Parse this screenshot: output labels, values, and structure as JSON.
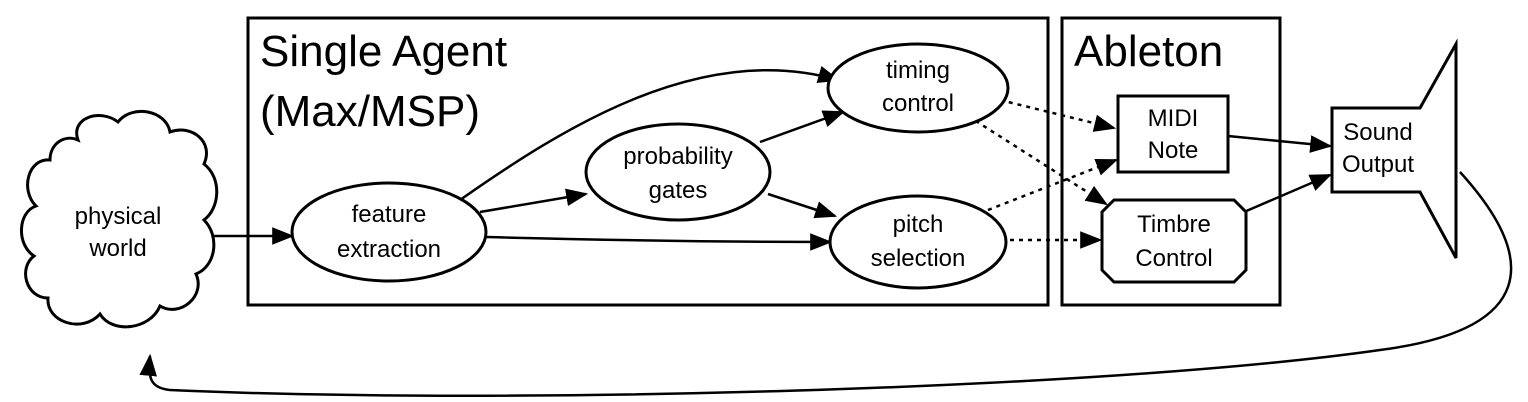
{
  "groups": {
    "single_agent": {
      "title_line1": "Single Agent",
      "title_line2": "(Max/MSP)"
    },
    "ableton": {
      "title": "Ableton"
    }
  },
  "nodes": {
    "physical_world": {
      "line1": "physical",
      "line2": "world"
    },
    "feature_extraction": {
      "line1": "feature",
      "line2": "extraction"
    },
    "probability_gates": {
      "line1": "probability",
      "line2": "gates"
    },
    "timing_control": {
      "line1": "timing",
      "line2": "control"
    },
    "pitch_selection": {
      "line1": "pitch",
      "line2": "selection"
    },
    "midi_note": {
      "line1": "MIDI",
      "line2": "Note"
    },
    "timbre_control": {
      "line1": "Timbre",
      "line2": "Control"
    },
    "sound_output": {
      "line1": "Sound",
      "line2": "Output"
    }
  },
  "edges": [
    {
      "from": "physical_world",
      "to": "feature_extraction",
      "style": "solid"
    },
    {
      "from": "feature_extraction",
      "to": "timing_control",
      "style": "solid"
    },
    {
      "from": "feature_extraction",
      "to": "probability_gates",
      "style": "solid"
    },
    {
      "from": "feature_extraction",
      "to": "pitch_selection",
      "style": "solid"
    },
    {
      "from": "probability_gates",
      "to": "timing_control",
      "style": "solid"
    },
    {
      "from": "probability_gates",
      "to": "pitch_selection",
      "style": "solid"
    },
    {
      "from": "timing_control",
      "to": "midi_note",
      "style": "dotted"
    },
    {
      "from": "timing_control",
      "to": "timbre_control",
      "style": "dotted"
    },
    {
      "from": "pitch_selection",
      "to": "midi_note",
      "style": "dotted"
    },
    {
      "from": "pitch_selection",
      "to": "timbre_control",
      "style": "dotted"
    },
    {
      "from": "midi_note",
      "to": "sound_output",
      "style": "solid"
    },
    {
      "from": "timbre_control",
      "to": "sound_output",
      "style": "solid"
    },
    {
      "from": "sound_output",
      "to": "physical_world",
      "style": "solid"
    }
  ]
}
